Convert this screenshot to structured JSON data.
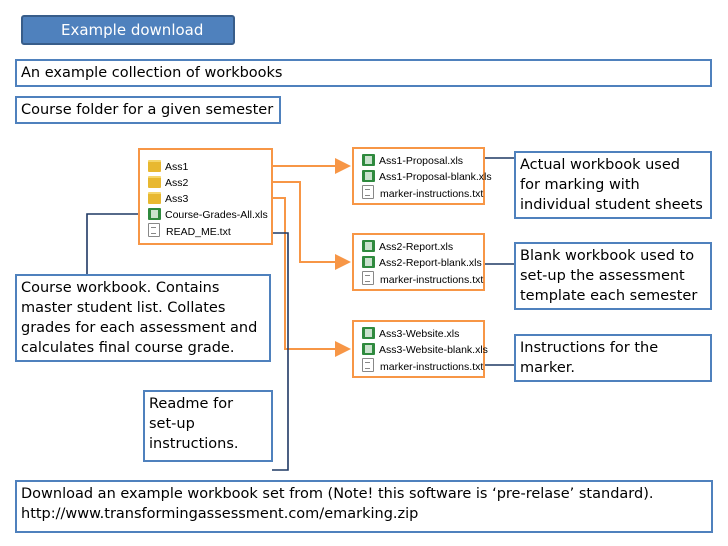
{
  "header": {
    "title": "Example download"
  },
  "heading": {
    "collection": "An example collection of workbooks",
    "course_folder": "Course folder for a given semester"
  },
  "course_folder_files": [
    {
      "name": "Ass1",
      "icon": "folder-icon"
    },
    {
      "name": "Ass2",
      "icon": "folder-icon"
    },
    {
      "name": "Ass3",
      "icon": "folder-icon"
    },
    {
      "name": "Course-Grades-All.xls",
      "icon": "excel-icon"
    },
    {
      "name": "READ_ME.txt",
      "icon": "text-file-icon"
    }
  ],
  "ass1_files": [
    {
      "name": "Ass1-Proposal.xls",
      "icon": "excel-icon"
    },
    {
      "name": "Ass1-Proposal-blank.xls",
      "icon": "excel-icon"
    },
    {
      "name": "marker-instructions.txt",
      "icon": "text-file-icon"
    }
  ],
  "ass2_files": [
    {
      "name": "Ass2-Report.xls",
      "icon": "excel-icon"
    },
    {
      "name": "Ass2-Report-blank.xls",
      "icon": "excel-icon"
    },
    {
      "name": "marker-instructions.txt",
      "icon": "text-file-icon"
    }
  ],
  "ass3_files": [
    {
      "name": "Ass3-Website.xls",
      "icon": "excel-icon"
    },
    {
      "name": "Ass3-Website-blank.xls",
      "icon": "excel-icon"
    },
    {
      "name": "marker-instructions.txt",
      "icon": "text-file-icon"
    }
  ],
  "callouts": {
    "actual": [
      "Actual workbook used",
      "for marking with",
      "individual student sheets"
    ],
    "blank": [
      "Blank workbook used to",
      "set-up the assessment",
      "template each semester"
    ],
    "instructions": [
      "Instructions for the",
      "marker."
    ],
    "course": [
      "Course workbook. Contains",
      "master student list. Collates",
      "grades for each assessment and",
      "calculates final course grade."
    ],
    "readme": [
      "Readme for",
      "set-up",
      "instructions."
    ]
  },
  "download": {
    "line1": "Download an example workbook set from (Note! this software is ‘pre-relase’ standard).",
    "line2": "http://www.transformingassessment.com/emarking.zip"
  },
  "colors": {
    "accent_blue": "#4f81bd",
    "accent_orange": "#f79646",
    "line_dark": "#1f3864"
  }
}
